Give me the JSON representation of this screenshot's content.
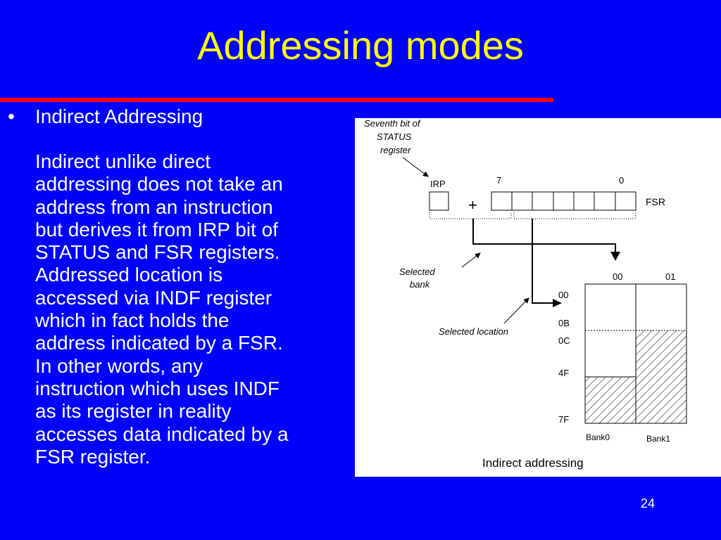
{
  "slide": {
    "title": "Addressing modes",
    "bullet_marker": "•",
    "bullet_heading": "Indirect Addressing",
    "body_lines": [
      "Indirect unlike direct",
      "addressing does not take an",
      "address from an instruction",
      "but derives it from IRP bit of",
      "STATUS and FSR registers.",
      "Addressed location is",
      "accessed via INDF register",
      "which in fact holds the",
      "address indicated by a FSR.",
      "In other words, any",
      "instruction which uses INDF",
      "as its register in reality",
      "accesses data indicated by a",
      "FSR register."
    ],
    "page_number": "24"
  },
  "diagram": {
    "note_lines": [
      "Seventh bit of",
      "STATUS",
      "register"
    ],
    "irp_label": "IRP",
    "plus_sign": "+",
    "fsr_bit_high": "7",
    "fsr_bit_low": "0",
    "fsr_label": "FSR",
    "selected_bank_lines": [
      "Selected",
      "bank"
    ],
    "selected_location": "Selected location",
    "bank_headers": [
      "00",
      "01"
    ],
    "address_labels": [
      "00",
      "0B",
      "0C",
      "4F",
      "7F"
    ],
    "bank_names": [
      "Bank0",
      "Bank1"
    ],
    "caption": "Indirect addressing"
  },
  "colors": {
    "background": "#0000ff",
    "title": "#ffff00",
    "rule": "#ff0000",
    "text": "#ffffff"
  }
}
